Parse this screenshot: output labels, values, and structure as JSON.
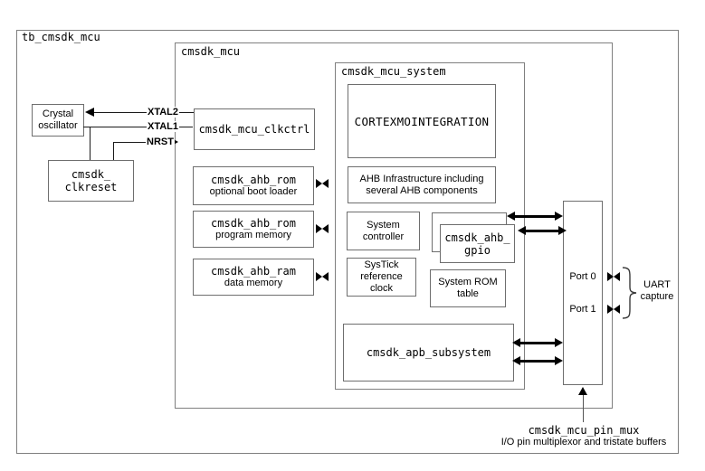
{
  "colors": {
    "box_border": "#7f7f7f",
    "line": "#000000",
    "canvas_bg": "#ffffff"
  },
  "labels": {
    "testbench": "tb_cmsdk_mcu",
    "mcu": "cmsdk_mcu",
    "system": "cmsdk_mcu_system"
  },
  "crystal_oscillator": {
    "line1": "Crystal",
    "line2": "oscillator"
  },
  "clkreset": {
    "line1": "cmsdk_",
    "line2": "clkreset"
  },
  "signals": {
    "xtal2": "XTAL2",
    "xtal1": "XTAL1",
    "nrst": "NRST"
  },
  "clkctrl": {
    "label": "cmsdk_mcu_clkctrl"
  },
  "memories": [
    {
      "name": "cmsdk_ahb_rom",
      "desc": "optional boot loader"
    },
    {
      "name": "cmsdk_ahb_rom",
      "desc": "program memory"
    },
    {
      "name": "cmsdk_ahb_ram",
      "desc": "data memory"
    }
  ],
  "system_blocks": {
    "cortexm_integration": "CORTEXMOINTEGRATION",
    "ahb_infrastructure": {
      "line1": "AHB Infrastructure including",
      "line2": "several AHB components"
    },
    "system_controller": {
      "line1": "System",
      "line2": "controller"
    },
    "gpio": {
      "line1": "cmsdk_ahb_",
      "line2": "gpio"
    },
    "systick": {
      "line1": "SysTick",
      "line2": "reference",
      "line3": "clock"
    },
    "rom_table": {
      "line1": "System ROM",
      "line2": "table"
    },
    "apb_subsystem": "cmsdk_apb_subsystem"
  },
  "pin_mux_block": {
    "port0": "Port 0",
    "port1": "Port 1"
  },
  "uart_capture": {
    "line1": "UART",
    "line2": "capture"
  },
  "pin_mux_caption": {
    "name": "cmsdk_mcu_pin_mux",
    "desc": "I/O pin multiplexor and tristate buffers"
  }
}
